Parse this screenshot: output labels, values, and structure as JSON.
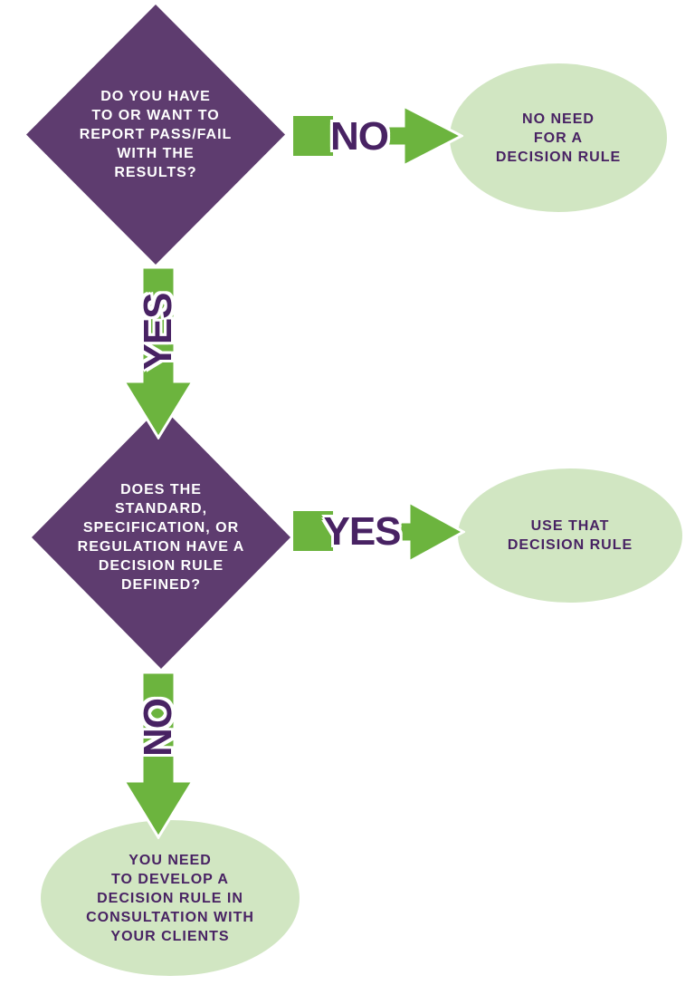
{
  "colors": {
    "diamond_purple": "#5e3c6f",
    "label_dark_purple": "#482263",
    "arrow_green": "#6cb43e",
    "ellipse_light_green": "#d1e6c2",
    "diamond_text_white": "#ffffff",
    "background": "#ffffff"
  },
  "flowchart": {
    "decision1": {
      "text": "DO YOU HAVE\nTO OR WANT TO\nREPORT PASS/FAIL\nWITH THE\nRESULTS?"
    },
    "branch1_no": {
      "label": "NO"
    },
    "outcome1": {
      "text": "NO NEED\nFOR A\nDECISION RULE"
    },
    "branch1_yes": {
      "label": "YES"
    },
    "decision2": {
      "text": "DOES THE\nSTANDARD,\nSPECIFICATION, OR\nREGULATION HAVE A\nDECISION RULE\nDEFINED?"
    },
    "branch2_yes": {
      "label": "YES"
    },
    "outcome2": {
      "text": "USE THAT\nDECISION RULE"
    },
    "branch2_no": {
      "label": "NO"
    },
    "outcome3": {
      "text": "YOU NEED\nTO DEVELOP A\nDECISION RULE IN\nCONSULTATION WITH\nYOUR CLIENTS"
    }
  }
}
